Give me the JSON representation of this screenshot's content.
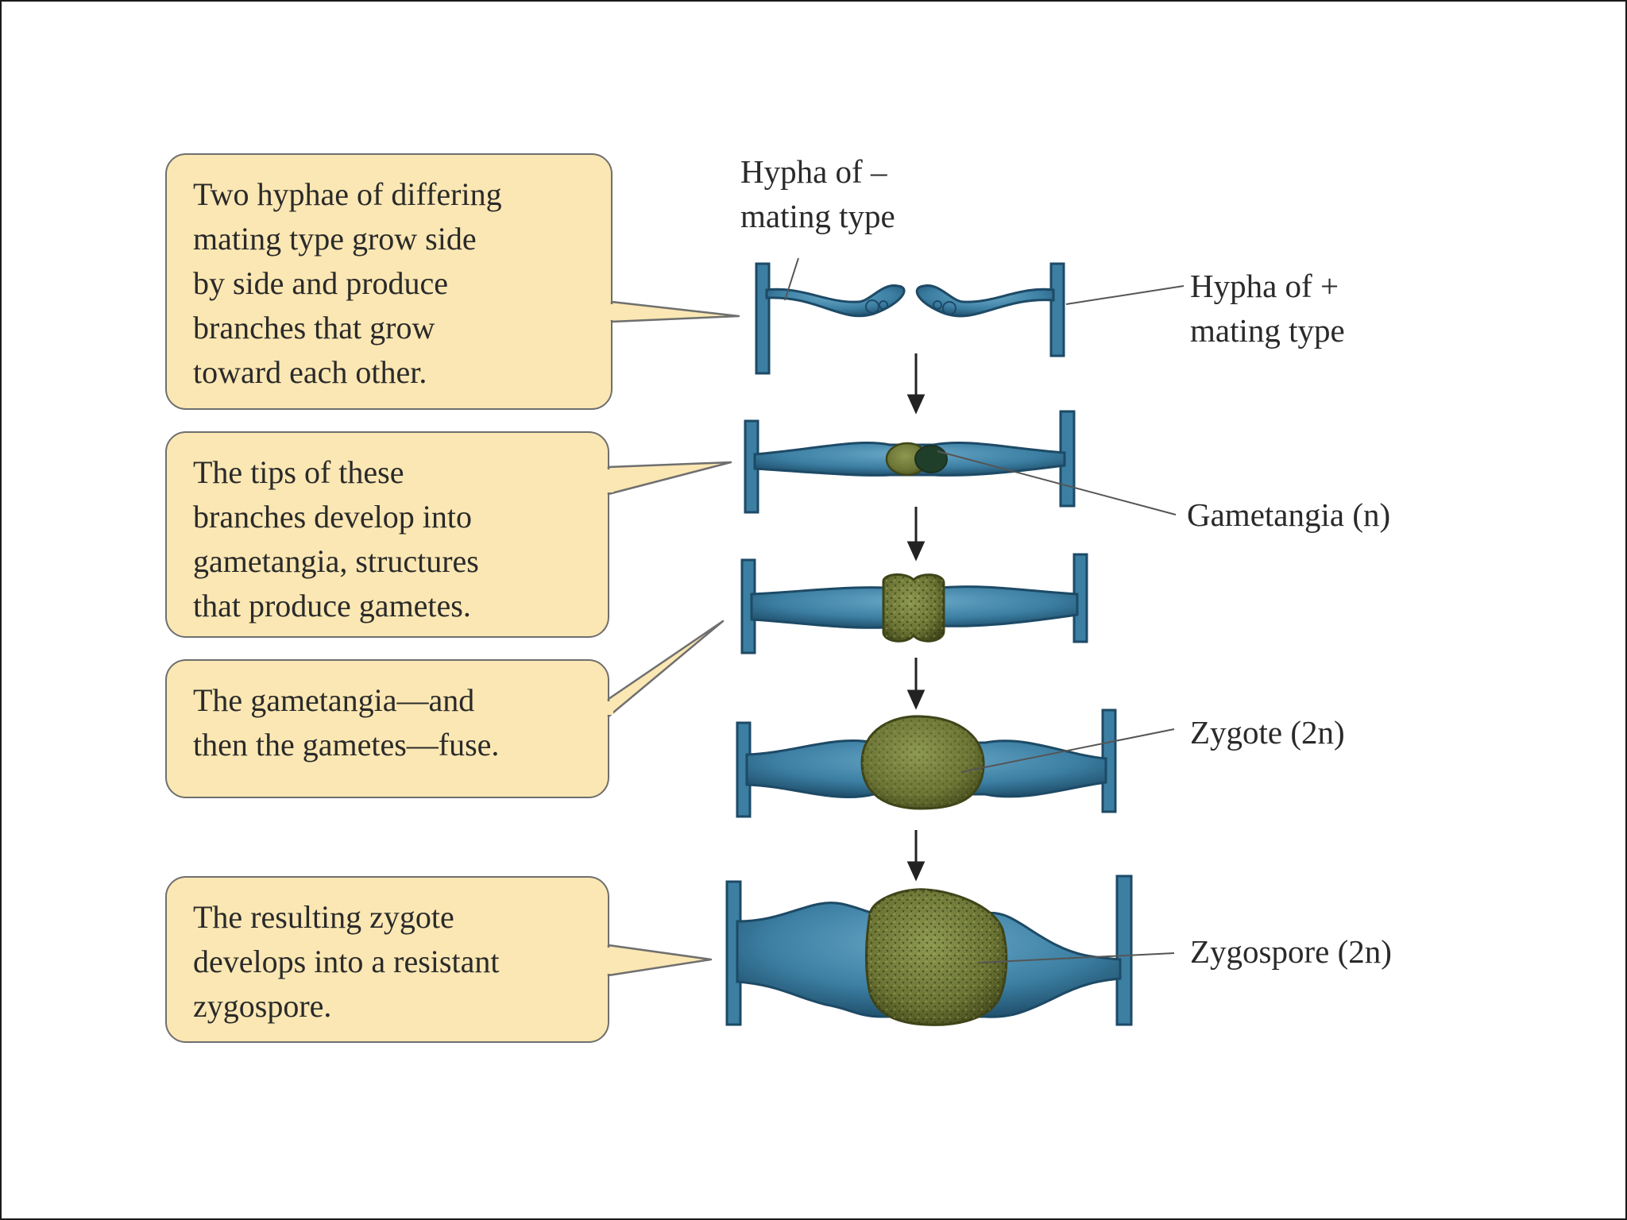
{
  "colors": {
    "callout_fill": "#fbe7b3",
    "callout_border": "#6f6f6f",
    "hypha_blue": "#3c7fa3",
    "hypha_dark": "#1d4a66",
    "gametangium_olive": "#6b7434",
    "zygospore_olive": "#5f6a2c"
  },
  "callouts": [
    {
      "id": "step-1",
      "text": "Two hyphae of differing\nmating type grow side\nby side and produce\nbranches that grow\ntoward each other."
    },
    {
      "id": "step-2",
      "text": "The tips of these\nbranches develop into\ngametangia, structures\nthat produce gametes."
    },
    {
      "id": "step-3",
      "text": "The gametangia—and\nthen the gametes—fuse."
    },
    {
      "id": "step-4",
      "text": "The resulting zygote\ndevelops into a resistant\nzygospore."
    }
  ],
  "labels": {
    "hypha_minus": "Hypha of –\nmating type",
    "hypha_plus": "Hypha of +\nmating type",
    "gametangia": "Gametangia (n)",
    "zygote": "Zygote (2n)",
    "zygospore": "Zygospore (2n)"
  },
  "stages": [
    {
      "name": "separate-branches"
    },
    {
      "name": "gametangia-contact"
    },
    {
      "name": "gametangia-fusion"
    },
    {
      "name": "zygote"
    },
    {
      "name": "zygospore"
    }
  ]
}
